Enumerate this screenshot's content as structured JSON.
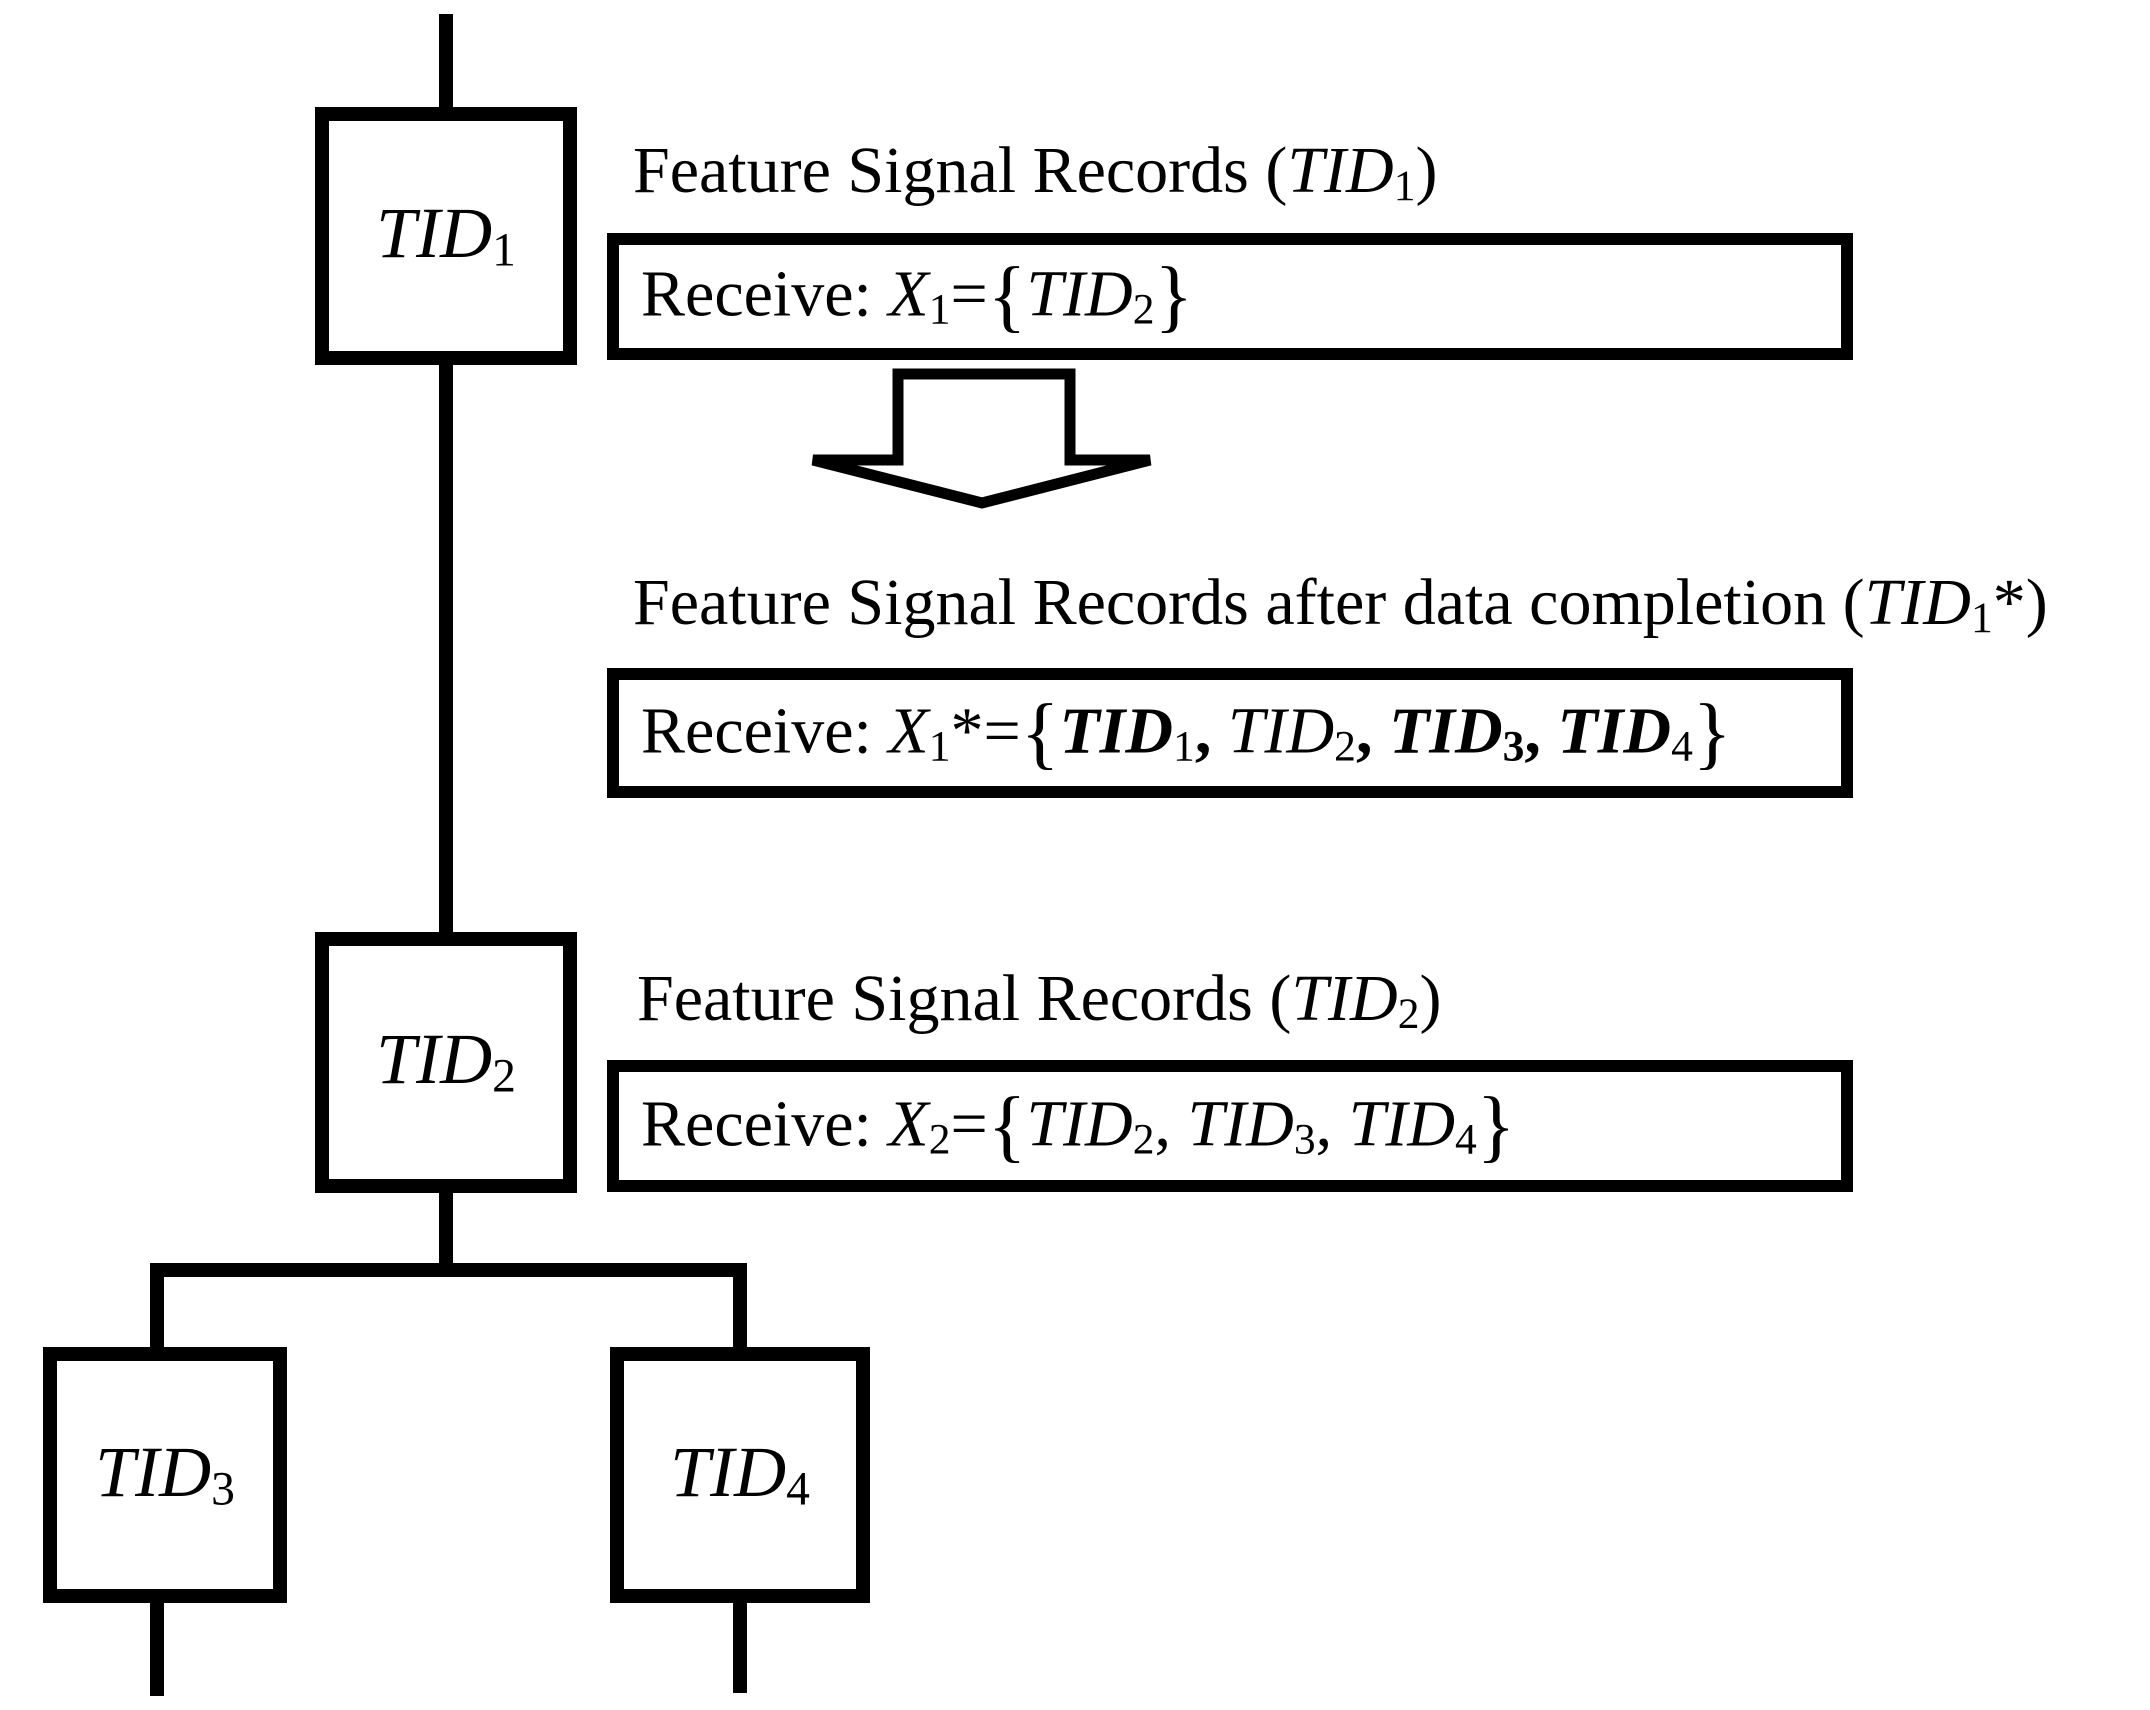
{
  "figure": {
    "background_color": "#ffffff",
    "stroke_color": "#000000"
  },
  "nodes": [
    {
      "id": "tid1",
      "label": [
        {
          "t": "TID",
          "i": true
        },
        {
          "t": "1",
          "sub": true
        }
      ]
    },
    {
      "id": "tid2",
      "label": [
        {
          "t": "TID",
          "i": true
        },
        {
          "t": "2",
          "sub": true
        }
      ]
    },
    {
      "id": "tid3",
      "label": [
        {
          "t": "TID",
          "i": true
        },
        {
          "t": "3",
          "sub": true
        }
      ]
    },
    {
      "id": "tid4",
      "label": [
        {
          "t": "TID",
          "i": true
        },
        {
          "t": "4",
          "sub": true
        }
      ]
    }
  ],
  "sections": [
    {
      "title": [
        {
          "t": "Feature Signal Records ("
        },
        {
          "t": "TID",
          "i": true
        },
        {
          "t": "1",
          "sub": true
        },
        {
          "t": ")"
        }
      ],
      "box": [
        {
          "t": "Receive: "
        },
        {
          "t": "X",
          "i": true
        },
        {
          "t": "1",
          "sub": true
        },
        {
          "t": "="
        },
        {
          "t": "{",
          "brace": true
        },
        {
          "t": "TID",
          "i": true
        },
        {
          "t": "2",
          "sub": true
        },
        {
          "t": "}",
          "brace": true
        }
      ]
    },
    {
      "title": [
        {
          "t": "Feature Signal Records after data completion ("
        },
        {
          "t": "TID",
          "i": true
        },
        {
          "t": "1",
          "sub": true
        },
        {
          "t": "*)"
        }
      ],
      "box": [
        {
          "t": "Receive: "
        },
        {
          "t": "X",
          "i": true
        },
        {
          "t": "1",
          "sub": true
        },
        {
          "t": "*="
        },
        {
          "t": "{",
          "brace": true
        },
        {
          "t": "TID",
          "i": true,
          "b": true
        },
        {
          "t": "1",
          "sub": true
        },
        {
          "t": ", ",
          "b": true
        },
        {
          "t": "TID",
          "i": true
        },
        {
          "t": "2",
          "sub": true
        },
        {
          "t": ", ",
          "b": true
        },
        {
          "t": "TID",
          "i": true,
          "b": true
        },
        {
          "t": "3",
          "sub": true,
          "b": true
        },
        {
          "t": ", ",
          "b": true
        },
        {
          "t": "TID",
          "i": true,
          "b": true
        },
        {
          "t": "4",
          "sub": true
        },
        {
          "t": "}",
          "brace": true
        }
      ]
    },
    {
      "title": [
        {
          "t": "Feature Signal Records ("
        },
        {
          "t": "TID",
          "i": true
        },
        {
          "t": "2",
          "sub": true
        },
        {
          "t": ")"
        }
      ],
      "box": [
        {
          "t": "Receive: "
        },
        {
          "t": "X",
          "i": true
        },
        {
          "t": "2",
          "sub": true
        },
        {
          "t": "="
        },
        {
          "t": "{",
          "brace": true
        },
        {
          "t": "TID",
          "i": true
        },
        {
          "t": "2",
          "sub": true
        },
        {
          "t": ", "
        },
        {
          "t": "TID",
          "i": true
        },
        {
          "t": "3",
          "sub": true
        },
        {
          "t": ", "
        },
        {
          "t": "TID",
          "i": true
        },
        {
          "t": "4",
          "sub": true
        },
        {
          "t": "}",
          "brace": true
        }
      ]
    }
  ]
}
